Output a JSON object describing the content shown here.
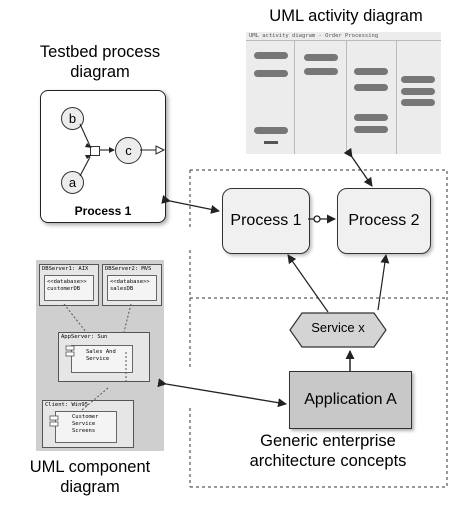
{
  "captions": {
    "uml_activity": "UML activity diagram",
    "testbed_line1": "Testbed process",
    "testbed_line2": "diagram",
    "uml_component_line1": "UML component",
    "uml_component_line2": "diagram",
    "generic_line1": "Generic enterprise",
    "generic_line2": "architecture concepts"
  },
  "testbed": {
    "nodes": {
      "a": "a",
      "b": "b",
      "c": "c"
    },
    "label": "Process 1"
  },
  "architecture": {
    "process1": "Process 1",
    "process2": "Process 2",
    "service": "Service x",
    "application": "Application A"
  },
  "component_diagram": {
    "server1_title": "DBServer1: AIX",
    "server1_stereotype": "<<database>>",
    "server1_name": "customerDB",
    "server2_title": "DBServer2: MVS",
    "server2_stereotype": "<<database>>",
    "server2_name": "salesDB",
    "app_title": "AppServer: Sun",
    "app_line1": "Sales And",
    "app_line2": "Service",
    "client_title": "Client: Win95",
    "client_line1": "Customer",
    "client_line2": "Service",
    "client_line3": "Screens"
  },
  "activity_diagram": {
    "window_title": "UML activity diagram - Order Processing"
  },
  "colors": {
    "box_fill": "#f0f0f0",
    "application_fill": "#c8c8c8",
    "service_fill": "#d4d4d4",
    "screenshot_bg": "#cfcfcf"
  }
}
